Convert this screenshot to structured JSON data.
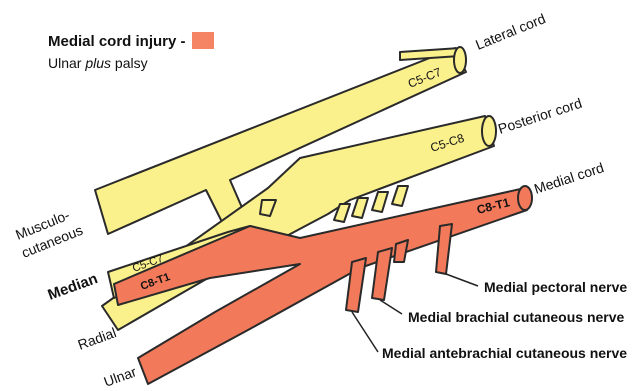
{
  "legend": {
    "title": "Medial cord injury -",
    "subtitle_prefix": "Ulnar ",
    "subtitle_italic": "plus",
    "subtitle_suffix": " palsy",
    "swatch_color": "#f48464"
  },
  "colors": {
    "intact_nerve": "#faf08c",
    "injured_nerve": "#f27a5a",
    "outline": "#2a2a2a"
  },
  "cords": {
    "lateral": {
      "label": "Lateral cord",
      "roots": "C5-C7"
    },
    "posterior": {
      "label": "Posterior cord",
      "roots": "C5-C8"
    },
    "medial": {
      "label": "Medial cord",
      "roots": "C8-T1"
    }
  },
  "median_roots": {
    "upper": "C5-C7",
    "lower": "C8-T1"
  },
  "terminal_nerves": {
    "musculocutaneous_line1": "Musculo-",
    "musculocutaneous_line2": "cutaneous",
    "median": "Median",
    "radial": "Radial",
    "ulnar": "Ulnar"
  },
  "branches": {
    "medial_pectoral": "Medial pectoral nerve",
    "medial_brachial_cutaneous": "Medial brachial cutaneous nerve",
    "medial_antebrachial_cutaneous": "Medial antebrachial cutaneous nerve"
  }
}
